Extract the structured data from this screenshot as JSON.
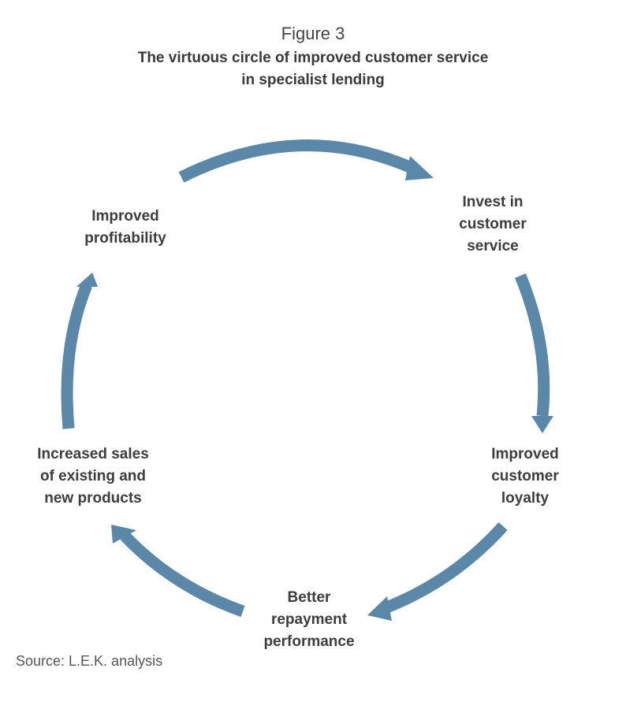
{
  "figure": {
    "number": "Figure 3",
    "title_lines": [
      "The virtuous circle of improved customer service",
      "in specialist lending"
    ]
  },
  "nodes": [
    {
      "id": "invest",
      "lines": [
        "Invest in",
        "customer",
        "service"
      ]
    },
    {
      "id": "loyalty",
      "lines": [
        "Improved",
        "customer",
        "loyalty"
      ]
    },
    {
      "id": "repayment",
      "lines": [
        "Better",
        "repayment",
        "performance"
      ]
    },
    {
      "id": "sales",
      "lines": [
        "Increased sales",
        "of existing and",
        "new products"
      ]
    },
    {
      "id": "profitability",
      "lines": [
        "Improved",
        "profitability"
      ]
    }
  ],
  "arrow_color": "#5b88a8",
  "source": "Source: L.E.K. analysis"
}
